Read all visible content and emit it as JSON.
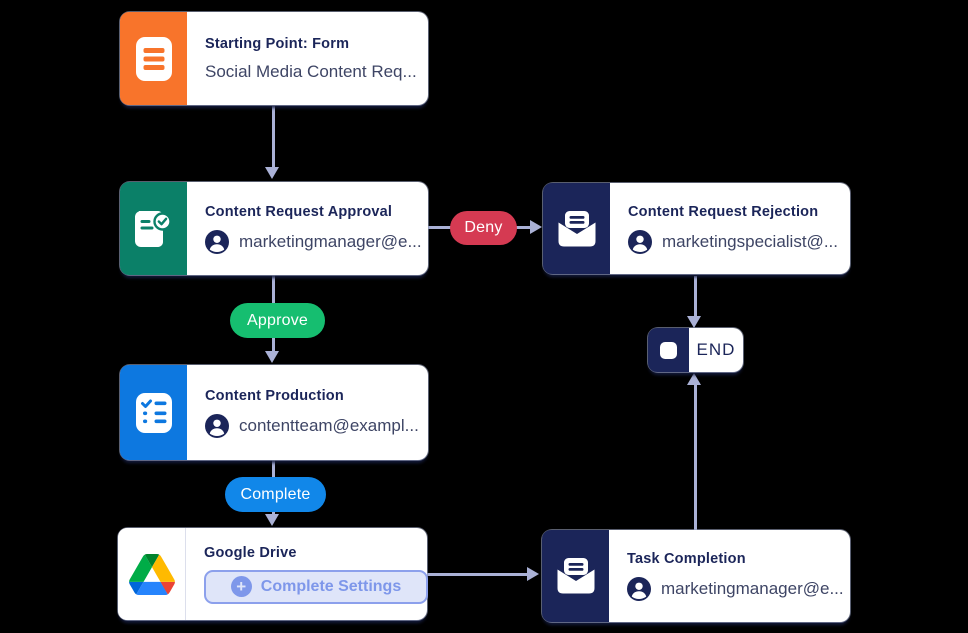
{
  "flow": {
    "nodes": {
      "start": {
        "title": "Starting Point: Form",
        "subtitle": "Social Media Content Req...",
        "accent": "#F8742B",
        "icon": "form-icon"
      },
      "approval": {
        "title": "Content Request Approval",
        "subtitle": "marketingmanager@e...",
        "accent": "#0B8068",
        "icon": "approval-document-icon"
      },
      "rejection": {
        "title": "Content Request Rejection",
        "subtitle": "marketingspecialist@...",
        "accent": "#1B2559",
        "icon": "email-icon"
      },
      "production": {
        "title": "Content Production",
        "subtitle": "contentteam@exampl...",
        "accent": "#0D78E0",
        "icon": "checklist-icon"
      },
      "gdrive": {
        "title": "Google Drive",
        "button_label": "Complete Settings",
        "icon": "google-drive-icon"
      },
      "task": {
        "title": "Task Completion",
        "subtitle": "marketingmanager@e...",
        "accent": "#1B2559",
        "icon": "email-icon"
      },
      "end": {
        "label": "END",
        "accent": "#1B2559",
        "icon": "stop-icon"
      }
    },
    "branch_labels": {
      "deny": {
        "label": "Deny",
        "color": "#D53A52"
      },
      "approve": {
        "label": "Approve",
        "color": "#16BE70"
      },
      "complete": {
        "label": "Complete",
        "color": "#1187E9"
      }
    },
    "colors": {
      "connector_line": "#AAB1D6",
      "card_background": "#FFFFFF",
      "title_text": "#1B2559",
      "subtitle_text": "#3E4565",
      "settings_button_text": "#7E97EA",
      "settings_button_background": "#DFE5F9",
      "settings_button_border": "#8CA0EC"
    }
  }
}
